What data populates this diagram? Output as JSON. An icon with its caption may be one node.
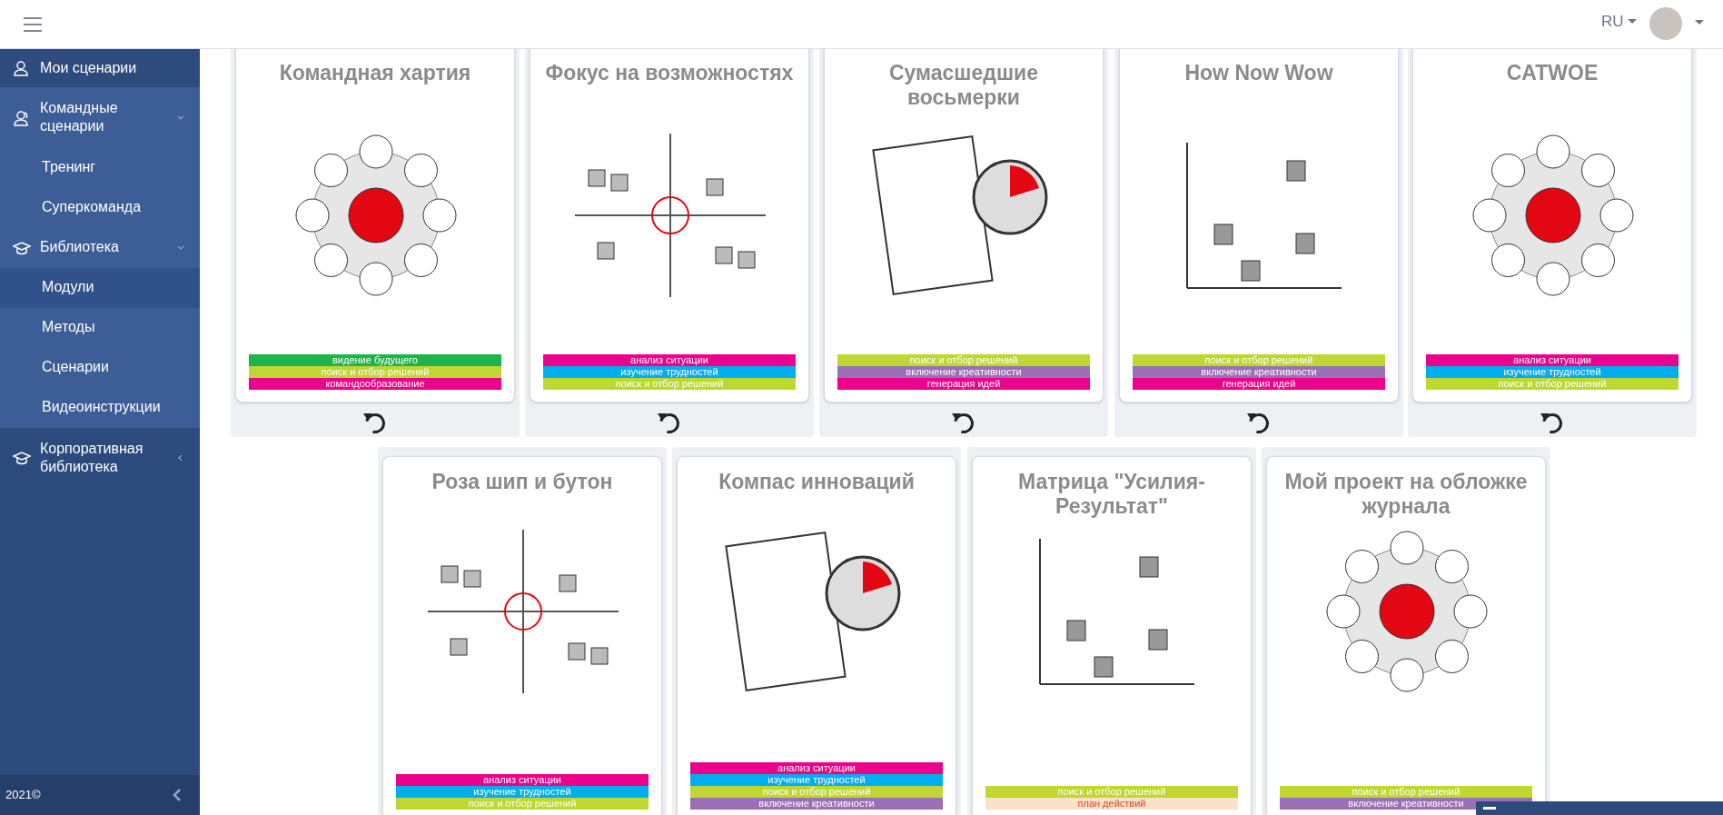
{
  "diagram": {
    "nodes": [
      {
        "text": [
          "Командная хартия",
          "видение будущего",
          "поиск и отбор решений",
          "командообразование"
        ]
      },
      {
        "text": [
          "Фокус на возможностях",
          "анализ ситуации",
          "изучение трудностей",
          "поиск и отбор решений"
        ]
      },
      {
        "text": [
          "Сумасшедшие восьмерки",
          "поиск и отбор решений",
          "включение креативности",
          "генерация идей"
        ]
      },
      {
        "text": [
          "How Now Wow",
          "поиск и отбор решений",
          "включение креативности",
          "генерация идей"
        ]
      },
      {
        "text": [
          "CATWOE",
          "анализ ситуации",
          "изучение трудностей",
          "поиск и отбор решений"
        ]
      },
      {
        "text": [
          "Роза шип и бутон",
          "анализ ситуации",
          "изучение трудностей",
          "поиск и отбор решений"
        ]
      },
      {
        "text": [
          "Компас инноваций",
          "анализ ситуации",
          "изучение трудностей",
          "поиск и отбор решений",
          "включение креативности"
        ]
      },
      {
        "text": [
          "Матрица \"Усилия-Результат\"",
          "поиск и отбор решений",
          "план действий"
        ]
      },
      {
        "text": [
          "Мой проект на обложке журнала",
          "поиск и отбор решений",
          "включение креативности"
        ]
      }
    ],
    "labels": [
      "Мои сценарии",
      "Командные сценарии",
      "Тренинг",
      "Суперкоманда",
      "Библиотека",
      "Модули",
      "Методы",
      "Сценарии",
      "Видеоинструкции",
      "Корпоративная библиотека",
      "2021©",
      "RU"
    ]
  }
}
